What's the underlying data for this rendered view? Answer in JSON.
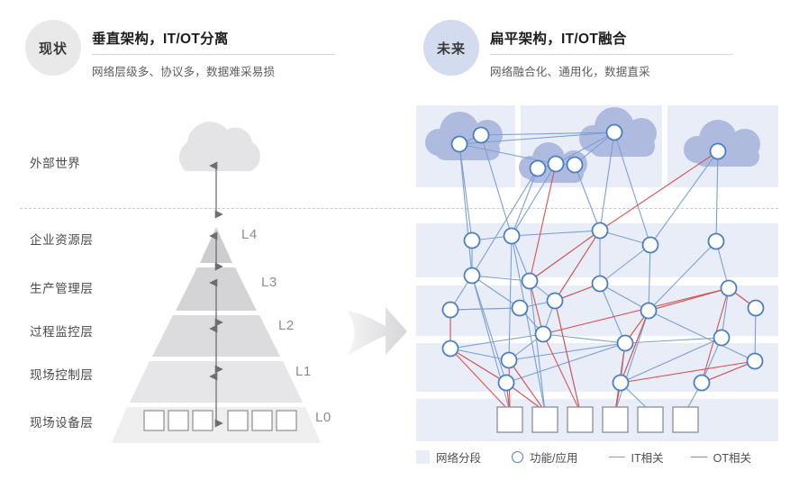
{
  "panels": {
    "current": {
      "badge": "现状",
      "title": "垂直架构，IT/OT分离",
      "subtitle": "网络层级多、协议多，数据难采易损"
    },
    "future": {
      "badge": "未来",
      "title": "扁平架构，IT/OT融合",
      "subtitle": "网络融合化、通用化，数据直采"
    }
  },
  "left_pane": {
    "external_label": "外部世界",
    "layers": [
      {
        "name": "企业资源层",
        "level": "L4"
      },
      {
        "name": "生产管理层",
        "level": "L3"
      },
      {
        "name": "过程监控层",
        "level": "L2"
      },
      {
        "name": "现场控制层",
        "level": "L1"
      },
      {
        "name": "现场设备层",
        "level": "L0"
      }
    ],
    "device_count": 6
  },
  "legend": {
    "segment": "网络分段",
    "node": "功能/应用",
    "it_link": "IT相关",
    "ot_link": "OT相关"
  },
  "colors": {
    "badge_current": "#e9e9ea",
    "badge_future": "#d3dbee",
    "segment_band": "#e8edf8",
    "cloud": "#aebbdf",
    "node_stroke": "#4a7fc4",
    "it_line": "#7ba0d4",
    "ot_line": "#d9534f",
    "pyramid_dark": "#cfcfd1",
    "pyramid_light": "#ececed",
    "arrow_gray": "#6e6e70"
  },
  "right_pane": {
    "segment_bands": 5,
    "cloud_count": 4,
    "device_count": 6
  }
}
